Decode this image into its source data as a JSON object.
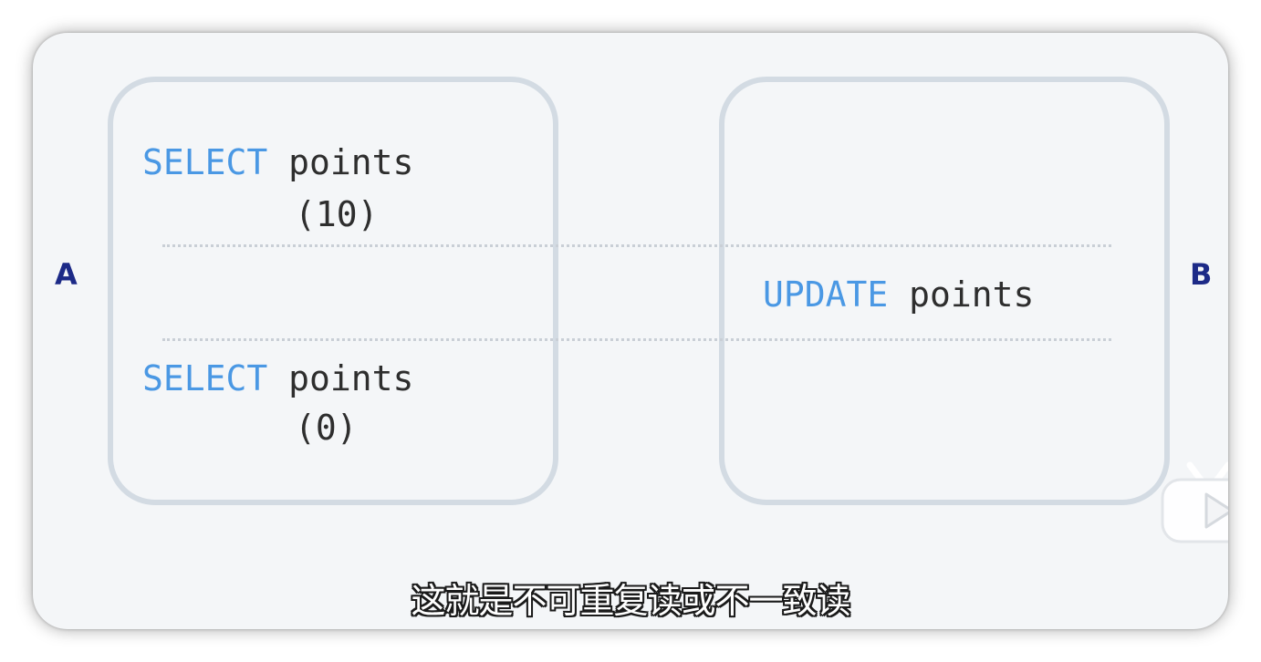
{
  "transactions": {
    "a": {
      "label": "A"
    },
    "b": {
      "label": "B"
    }
  },
  "statements": {
    "a_first": {
      "keyword": "SELECT",
      "column": "points",
      "result": "(10)"
    },
    "b_update": {
      "keyword": "UPDATE",
      "column": "points"
    },
    "a_second": {
      "keyword": "SELECT",
      "column": "points",
      "result": "(0)"
    }
  },
  "subtitle": "这就是不可重复读或不一致读",
  "icons": {
    "watermark": "play-logo-icon"
  },
  "colors": {
    "keyword": "#4a98e4",
    "text": "#2e2e2e",
    "label": "#1c2a87",
    "box_border": "#d3dbe3",
    "background": "#f4f6f8"
  }
}
